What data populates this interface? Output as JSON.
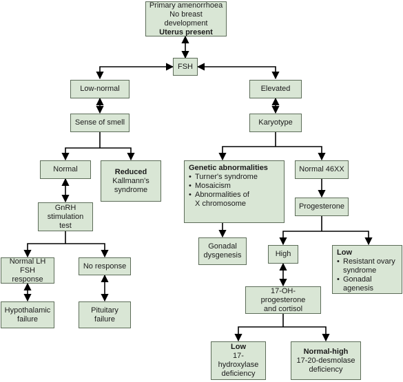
{
  "root": {
    "line1": "Primary amenorrhoea",
    "line2": "No breast development",
    "line3": "Uterus present"
  },
  "fsh": "FSH",
  "low_normal": "Low-normal",
  "elevated": "Elevated",
  "sense_of_smell": "Sense of smell",
  "karyotype": "Karyotype",
  "normal": "Normal",
  "reduced": {
    "title": "Reduced",
    "line1": "Kallmann's",
    "line2": "syndrome"
  },
  "genetic": {
    "title": "Genetic abnormalities",
    "items": [
      "Turner's syndrome",
      "Mosaicism",
      "Abnormalities of",
      "X chromosome"
    ]
  },
  "normal46xx": "Normal 46XX",
  "gnrh": {
    "line1": "GnRH",
    "line2": "stimulation test"
  },
  "progesterone": "Progesterone",
  "gonadal": {
    "line1": "Gonadal",
    "line2": "dysgenesis"
  },
  "high": "High",
  "low_right": {
    "title": "Low",
    "items": [
      "Resistant ovary",
      "syndrome",
      "Gonadal agenesis"
    ]
  },
  "normal_lh": {
    "line1": "Normal LH",
    "line2": "FSH response"
  },
  "no_response": "No response",
  "hypothalamic": {
    "line1": "Hypothalamic",
    "line2": "failure"
  },
  "pituitary": {
    "line1": "Pituitary",
    "line2": "failure"
  },
  "ohp": {
    "line1": "17-OH-progesterone",
    "line2": "and cortisol"
  },
  "low_17": {
    "title": "Low",
    "line1": "17-hydroxylase",
    "line2": "deficiency"
  },
  "normal_high": {
    "title": "Normal-high",
    "line1": "17-20-desmolase",
    "line2": "deficiency"
  }
}
